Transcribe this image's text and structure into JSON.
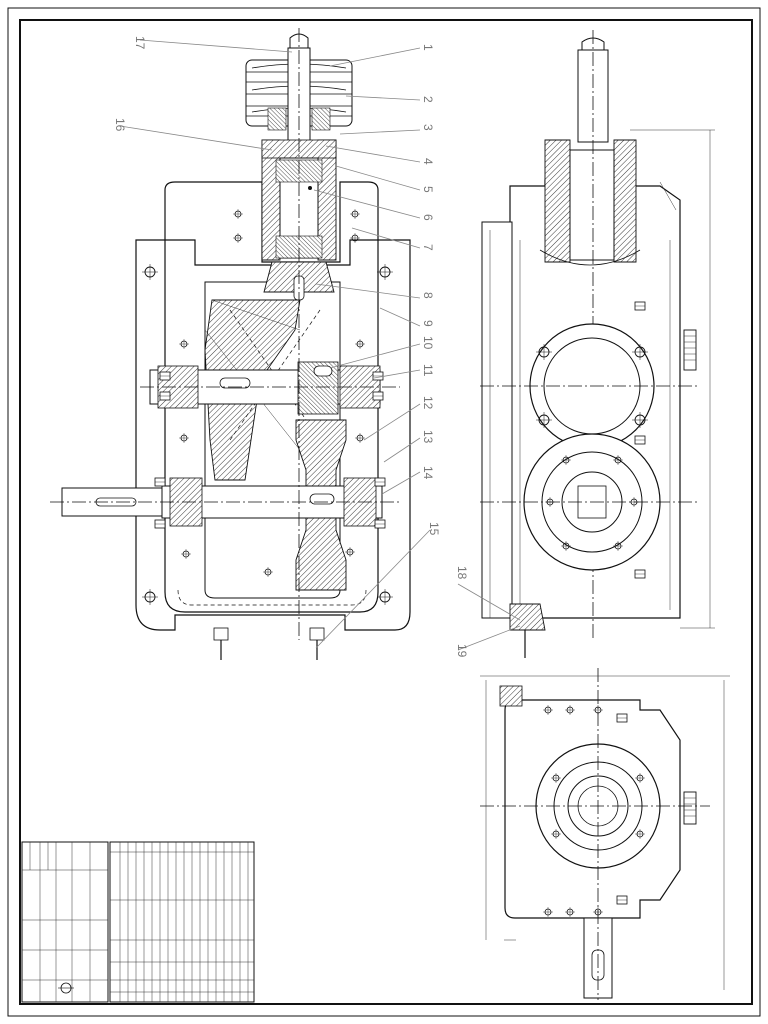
{
  "drawing": {
    "callouts": [
      "17",
      "1",
      "2",
      "3",
      "4",
      "5",
      "6",
      "7",
      "8",
      "9",
      "10",
      "11",
      "12",
      "13",
      "14",
      "15",
      "16",
      "18",
      "19"
    ]
  }
}
